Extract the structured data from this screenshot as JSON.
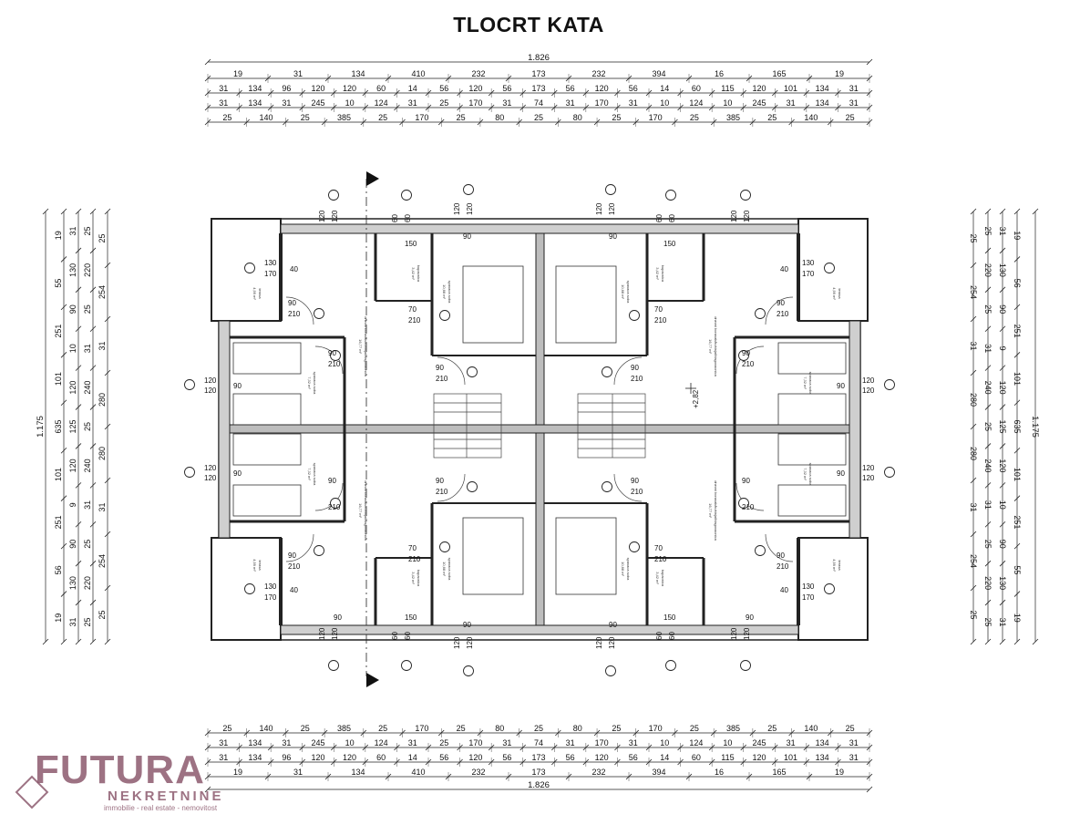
{
  "title": "TLOCRT KATA",
  "total_width": "1.826",
  "total_depth": "1.175",
  "level_mark": "+2,82",
  "top_rows": [
    [
      "19",
      "31",
      "134",
      "410",
      "232",
      "173",
      "232",
      "394",
      "16",
      "165",
      "19"
    ],
    [
      "31",
      "134",
      "96",
      "120",
      "120",
      "60",
      "14",
      "56",
      "120",
      "56",
      "173",
      "56",
      "120",
      "56",
      "14",
      "60",
      "115",
      "120",
      "101",
      "134",
      "31"
    ],
    [
      "31",
      "134",
      "31",
      "245",
      "10",
      "124",
      "31",
      "25",
      "170",
      "31",
      "74",
      "31",
      "170",
      "31",
      "10",
      "124",
      "10",
      "245",
      "31",
      "134",
      "31"
    ],
    [
      "25",
      "140",
      "25",
      "385",
      "25",
      "170",
      "25",
      "80",
      "25",
      "80",
      "25",
      "170",
      "25",
      "385",
      "25",
      "140",
      "25"
    ]
  ],
  "bottom_rows": [
    [
      "25",
      "140",
      "25",
      "385",
      "25",
      "170",
      "25",
      "80",
      "25",
      "80",
      "25",
      "170",
      "25",
      "385",
      "25",
      "140",
      "25"
    ],
    [
      "31",
      "134",
      "31",
      "245",
      "10",
      "124",
      "31",
      "25",
      "170",
      "31",
      "74",
      "31",
      "170",
      "31",
      "10",
      "124",
      "10",
      "245",
      "31",
      "134",
      "31"
    ],
    [
      "31",
      "134",
      "96",
      "120",
      "120",
      "60",
      "14",
      "56",
      "120",
      "56",
      "173",
      "56",
      "120",
      "56",
      "14",
      "60",
      "115",
      "120",
      "101",
      "134",
      "31"
    ],
    [
      "19",
      "31",
      "134",
      "410",
      "232",
      "173",
      "232",
      "394",
      "16",
      "165",
      "19"
    ]
  ],
  "side_rows": [
    [
      "19",
      "55",
      "251",
      "101",
      "635",
      "101",
      "251",
      "56",
      "19"
    ],
    [
      "31",
      "130",
      "90",
      "10",
      "120",
      "125",
      "120",
      "9",
      "90",
      "130",
      "31"
    ],
    [
      "25",
      "220",
      "25",
      "31",
      "240",
      "25",
      "240",
      "31",
      "25",
      "220",
      "25"
    ],
    [
      "25",
      "254",
      "31",
      "280",
      "280",
      "31",
      "254",
      "25"
    ]
  ],
  "window_labels": {
    "w120": "120",
    "w60": "60",
    "w90": "90",
    "w210": "210",
    "w130": "130",
    "w170": "170",
    "w150": "150",
    "w40": "40",
    "w70": "70"
  },
  "rooms": {
    "terrace": "terasa",
    "terrace_area": "4,99 m²",
    "bedroom": "spavaca soba",
    "bedroom_area": "7,32 m²",
    "living": "dnevni boravak/kuhinja/blagovaonica",
    "living_area": "16,77 m²",
    "bath": "kupaonica",
    "bath_area": "3,42 m²",
    "master": "spavaca soba",
    "master_area": "10,68 m²"
  },
  "logo": {
    "name": "FUTURA",
    "sub": "NEKRETNINE",
    "tag": "immobilie - real estate - nemovitost"
  }
}
